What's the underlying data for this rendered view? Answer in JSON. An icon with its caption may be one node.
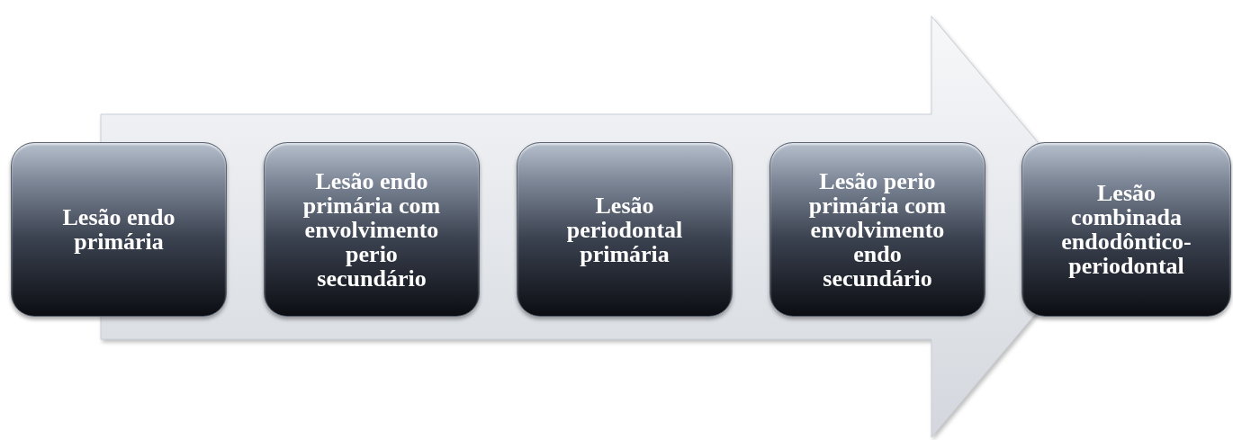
{
  "diagram": {
    "nodes": [
      {
        "text": [
          "Lesão endo primária"
        ]
      },
      {
        "text": [
          "Lesão endo primária com envolvimento perio secundário"
        ]
      },
      {
        "text": [
          "Lesão periodontal primária"
        ]
      },
      {
        "text": [
          "Lesão perio primária com envolvimento endo secundário"
        ]
      },
      {
        "text": [
          "Lesão combinada endodôntico-periodontal"
        ]
      }
    ],
    "edges": [
      {
        "from": 0,
        "to": 4,
        "arrow": "to"
      }
    ]
  }
}
